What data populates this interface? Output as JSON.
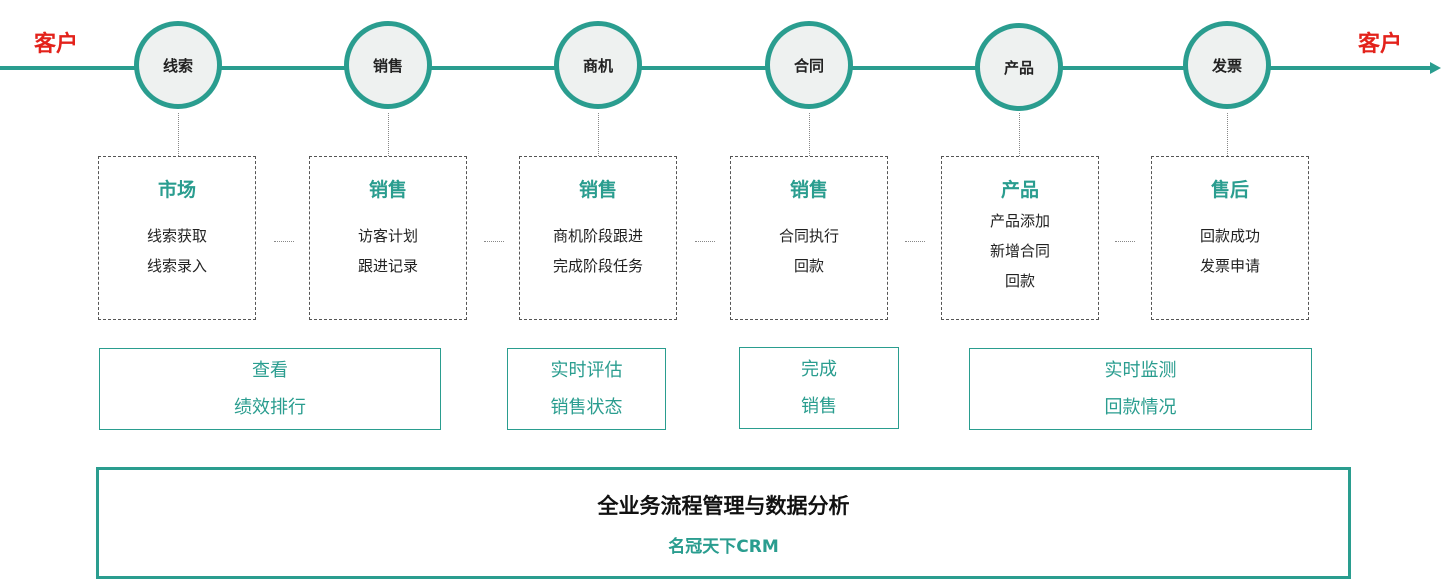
{
  "flow": {
    "start_label": "客户",
    "end_label": "客户",
    "stages": [
      "线索",
      "销售",
      "商机",
      "合同",
      "产品",
      "发票"
    ]
  },
  "detail_boxes": [
    {
      "title": "市场",
      "items": [
        "线索获取",
        "线索录入"
      ]
    },
    {
      "title": "销售",
      "items": [
        "访客计划",
        "跟进记录"
      ]
    },
    {
      "title": "销售",
      "items": [
        "商机阶段跟进",
        "完成阶段任务"
      ]
    },
    {
      "title": "销售",
      "items": [
        "合同执行",
        "回款"
      ]
    },
    {
      "title": "产品",
      "items": [
        "产品添加",
        "新增合同",
        "回款"
      ]
    },
    {
      "title": "售后",
      "items": [
        "回款成功",
        "发票申请"
      ]
    }
  ],
  "summary_boxes": [
    {
      "lines": [
        "查看",
        "绩效排行"
      ]
    },
    {
      "lines": [
        "实时评估",
        "销售状态"
      ]
    },
    {
      "lines": [
        "完成",
        "销售"
      ]
    },
    {
      "lines": [
        "实时监测",
        "回款情况"
      ]
    }
  ],
  "footer": {
    "title": "全业务流程管理与数据分析",
    "brand": "名冠天下CRM"
  },
  "colors": {
    "accent": "#2a9d8f",
    "customer": "#e3221b",
    "node_fill": "#eef1f0"
  }
}
